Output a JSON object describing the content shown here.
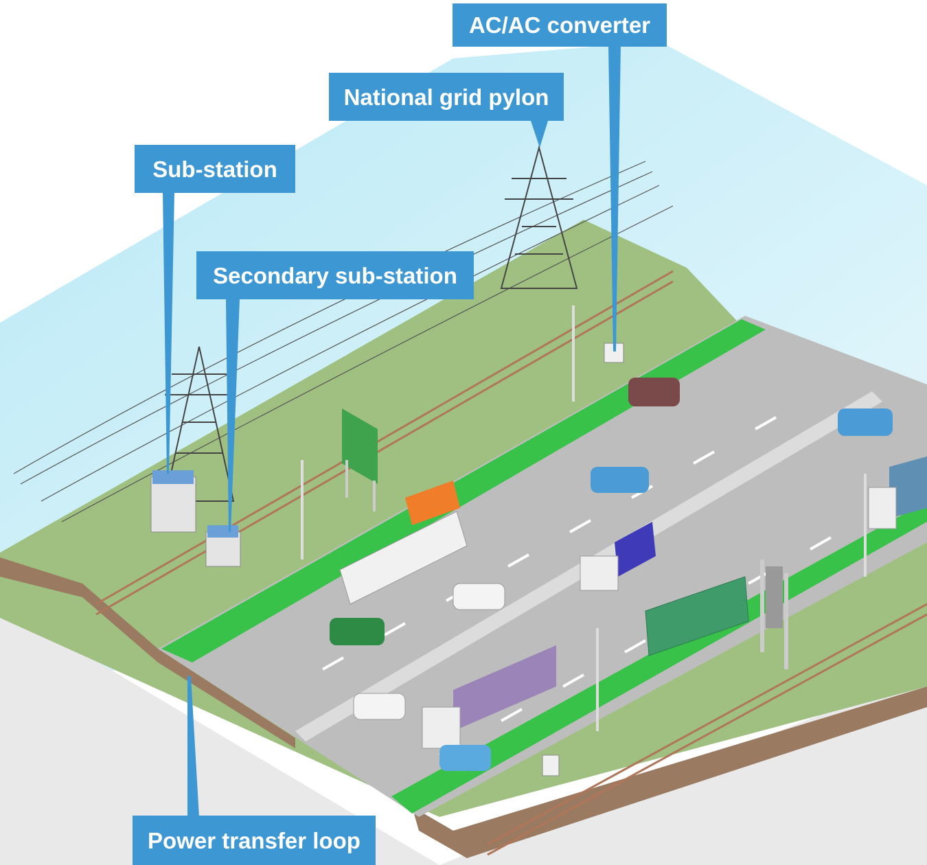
{
  "diagram": {
    "labels": {
      "ac_ac_converter": "AC/AC converter",
      "national_grid_pylon": "National grid pylon",
      "sub_station": "Sub-station",
      "secondary_sub_station": "Secondary sub-station",
      "power_transfer_loop": "Power transfer loop"
    },
    "colors": {
      "label_bg": "#3d97d3",
      "sky": "#c9eef8",
      "grass": "#9fc080",
      "road": "#bdbdbd",
      "charging_lane": "#39c24a",
      "soil": "#9a7a60"
    },
    "icons": [
      "pylon-icon",
      "substation-icon",
      "converter-icon",
      "car-icon",
      "truck-icon",
      "bus-icon",
      "fence-icon",
      "street-lamp-icon",
      "road-sign-icon",
      "gantry-icon"
    ]
  }
}
